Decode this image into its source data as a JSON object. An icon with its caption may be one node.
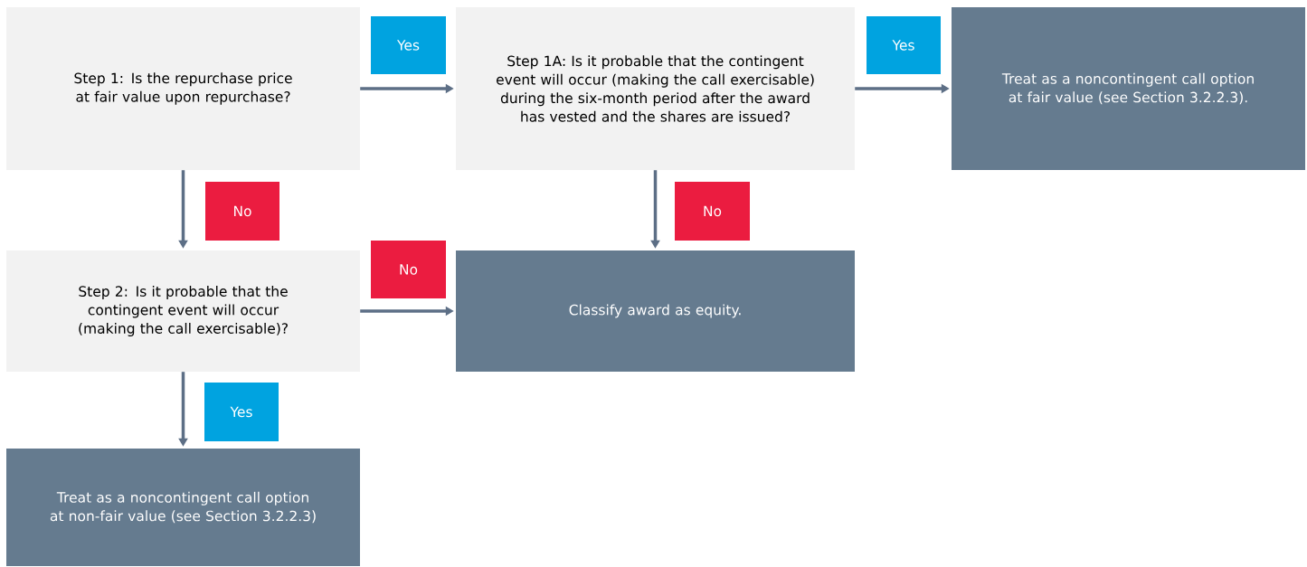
{
  "diagram": {
    "nodes": [
      {
        "text": [
          "Step 1: Is the repurchase price at fair value upon repurchase?"
        ]
      },
      {
        "text": [
          "Step 1A: Is it probable that the contingent event will occur (making the call exercisable) during the six-month period after the award has vested and the shares are issued?"
        ]
      },
      {
        "text": [
          "Treat as a noncontingent call option at fair value (see Section 3.2.2.3)."
        ]
      },
      {
        "text": [
          "Step 2: Is it probable that the contingent event will occur (making the call exercisable)?"
        ]
      },
      {
        "text": [
          "Classify award as equity."
        ]
      },
      {
        "text": [
          "Treat as a noncontingent call option at non-fair value (see Section 3.2.2.3)"
        ]
      }
    ],
    "edges": [
      {
        "from": 0,
        "to": 1,
        "arrow": "to",
        "label": "Yes"
      },
      {
        "from": 1,
        "to": 2,
        "arrow": "to",
        "label": "Yes"
      },
      {
        "from": 0,
        "to": 3,
        "arrow": "to",
        "label": "No"
      },
      {
        "from": 1,
        "to": 4,
        "arrow": "to",
        "label": "No"
      },
      {
        "from": 3,
        "to": 4,
        "arrow": "to",
        "label": "No"
      },
      {
        "from": 3,
        "to": 5,
        "arrow": "to",
        "label": "Yes"
      }
    ]
  }
}
